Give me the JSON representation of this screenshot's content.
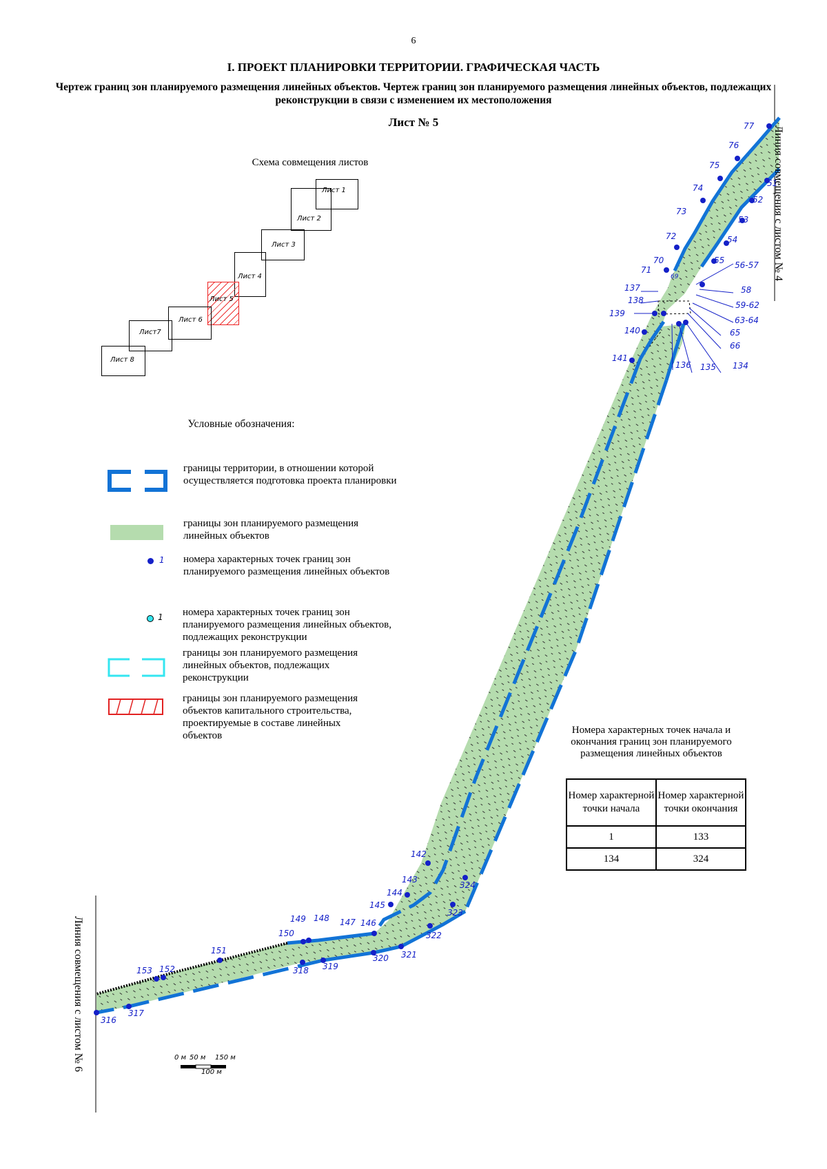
{
  "page_number": "6",
  "heading": "I. ПРОЕКТ ПЛАНИРОВКИ ТЕРРИТОРИИ. ГРАФИЧЕСКАЯ ЧАСТЬ",
  "subheading": "Чертеж границ зон планируемого размещения линейных объектов. Чертеж границ зон планируемого размещения линейных объектов, подлежащих реконструкции в связи с изменением их местоположения",
  "sheet_label": "Лист № 5",
  "scheme": {
    "title": "Схема совмещения листов",
    "sheets": [
      "Лист 1",
      "Лист 2",
      "Лист 3",
      "Лист 4",
      "Лист 5",
      "Лист 6",
      "Лист7",
      "Лист 8"
    ],
    "active_sheet": "Лист 5"
  },
  "legend": {
    "title": "Условные обозначения:",
    "items": [
      {
        "symbol": "blue-dashed-box",
        "text": "границы территории, в отношении которой осуществляется подготовка проекта планировки"
      },
      {
        "symbol": "green-band",
        "text": "границы зон планируемого размещения линейных объектов"
      },
      {
        "symbol": "blue-dot",
        "marker": "1",
        "text": "номера характерных точек границ зон планируемого размещения линейных объектов"
      },
      {
        "symbol": "cyan-dot",
        "marker": "1",
        "text": "номера характерных точек границ зон планируемого размещения линейных объектов, подлежащих реконструкции"
      },
      {
        "symbol": "cyan-dashed-box",
        "text": "границы зон планируемого размещения линейных объектов, подлежащих реконструкции"
      },
      {
        "symbol": "red-hatched-box",
        "text": "границы зон планируемого размещения объектов капитального строительства, проектируемые в составе линейных объектов"
      }
    ]
  },
  "table": {
    "title": "Номера характерных точек начала и окончания границ зон планируемого размещения линейных объектов",
    "headers": [
      "Номер характерной точки начала",
      "Номер характерной точки окончания"
    ],
    "rows": [
      [
        "1",
        "133"
      ],
      [
        "134",
        "324"
      ]
    ]
  },
  "match_lines": {
    "top_right": "Линия совмещения с листом № 4",
    "bottom_left": "Линия совмещения с листом № 6"
  },
  "scale": {
    "labels": [
      "0 м",
      "50 м",
      "150 м",
      "100 м"
    ]
  },
  "point_labels": [
    "77",
    "76",
    "75",
    "74",
    "73",
    "72",
    "71",
    "70",
    "69",
    "51",
    "52",
    "53",
    "54",
    "55",
    "56-57",
    "58",
    "59-62",
    "63-64",
    "65",
    "66",
    "134",
    "135",
    "136",
    "137",
    "138",
    "139",
    "140",
    "141",
    "142",
    "143",
    "144",
    "145",
    "146",
    "147",
    "148",
    "149",
    "150",
    "151",
    "152",
    "153",
    "316",
    "317",
    "318",
    "319",
    "320",
    "321",
    "322",
    "323",
    "324"
  ],
  "colors": {
    "boundary": "#1273d6",
    "zone_fill": "#b5dcae",
    "point": "#1420c8",
    "reconstruction": "#34e6f0",
    "capital": "#e22222"
  }
}
